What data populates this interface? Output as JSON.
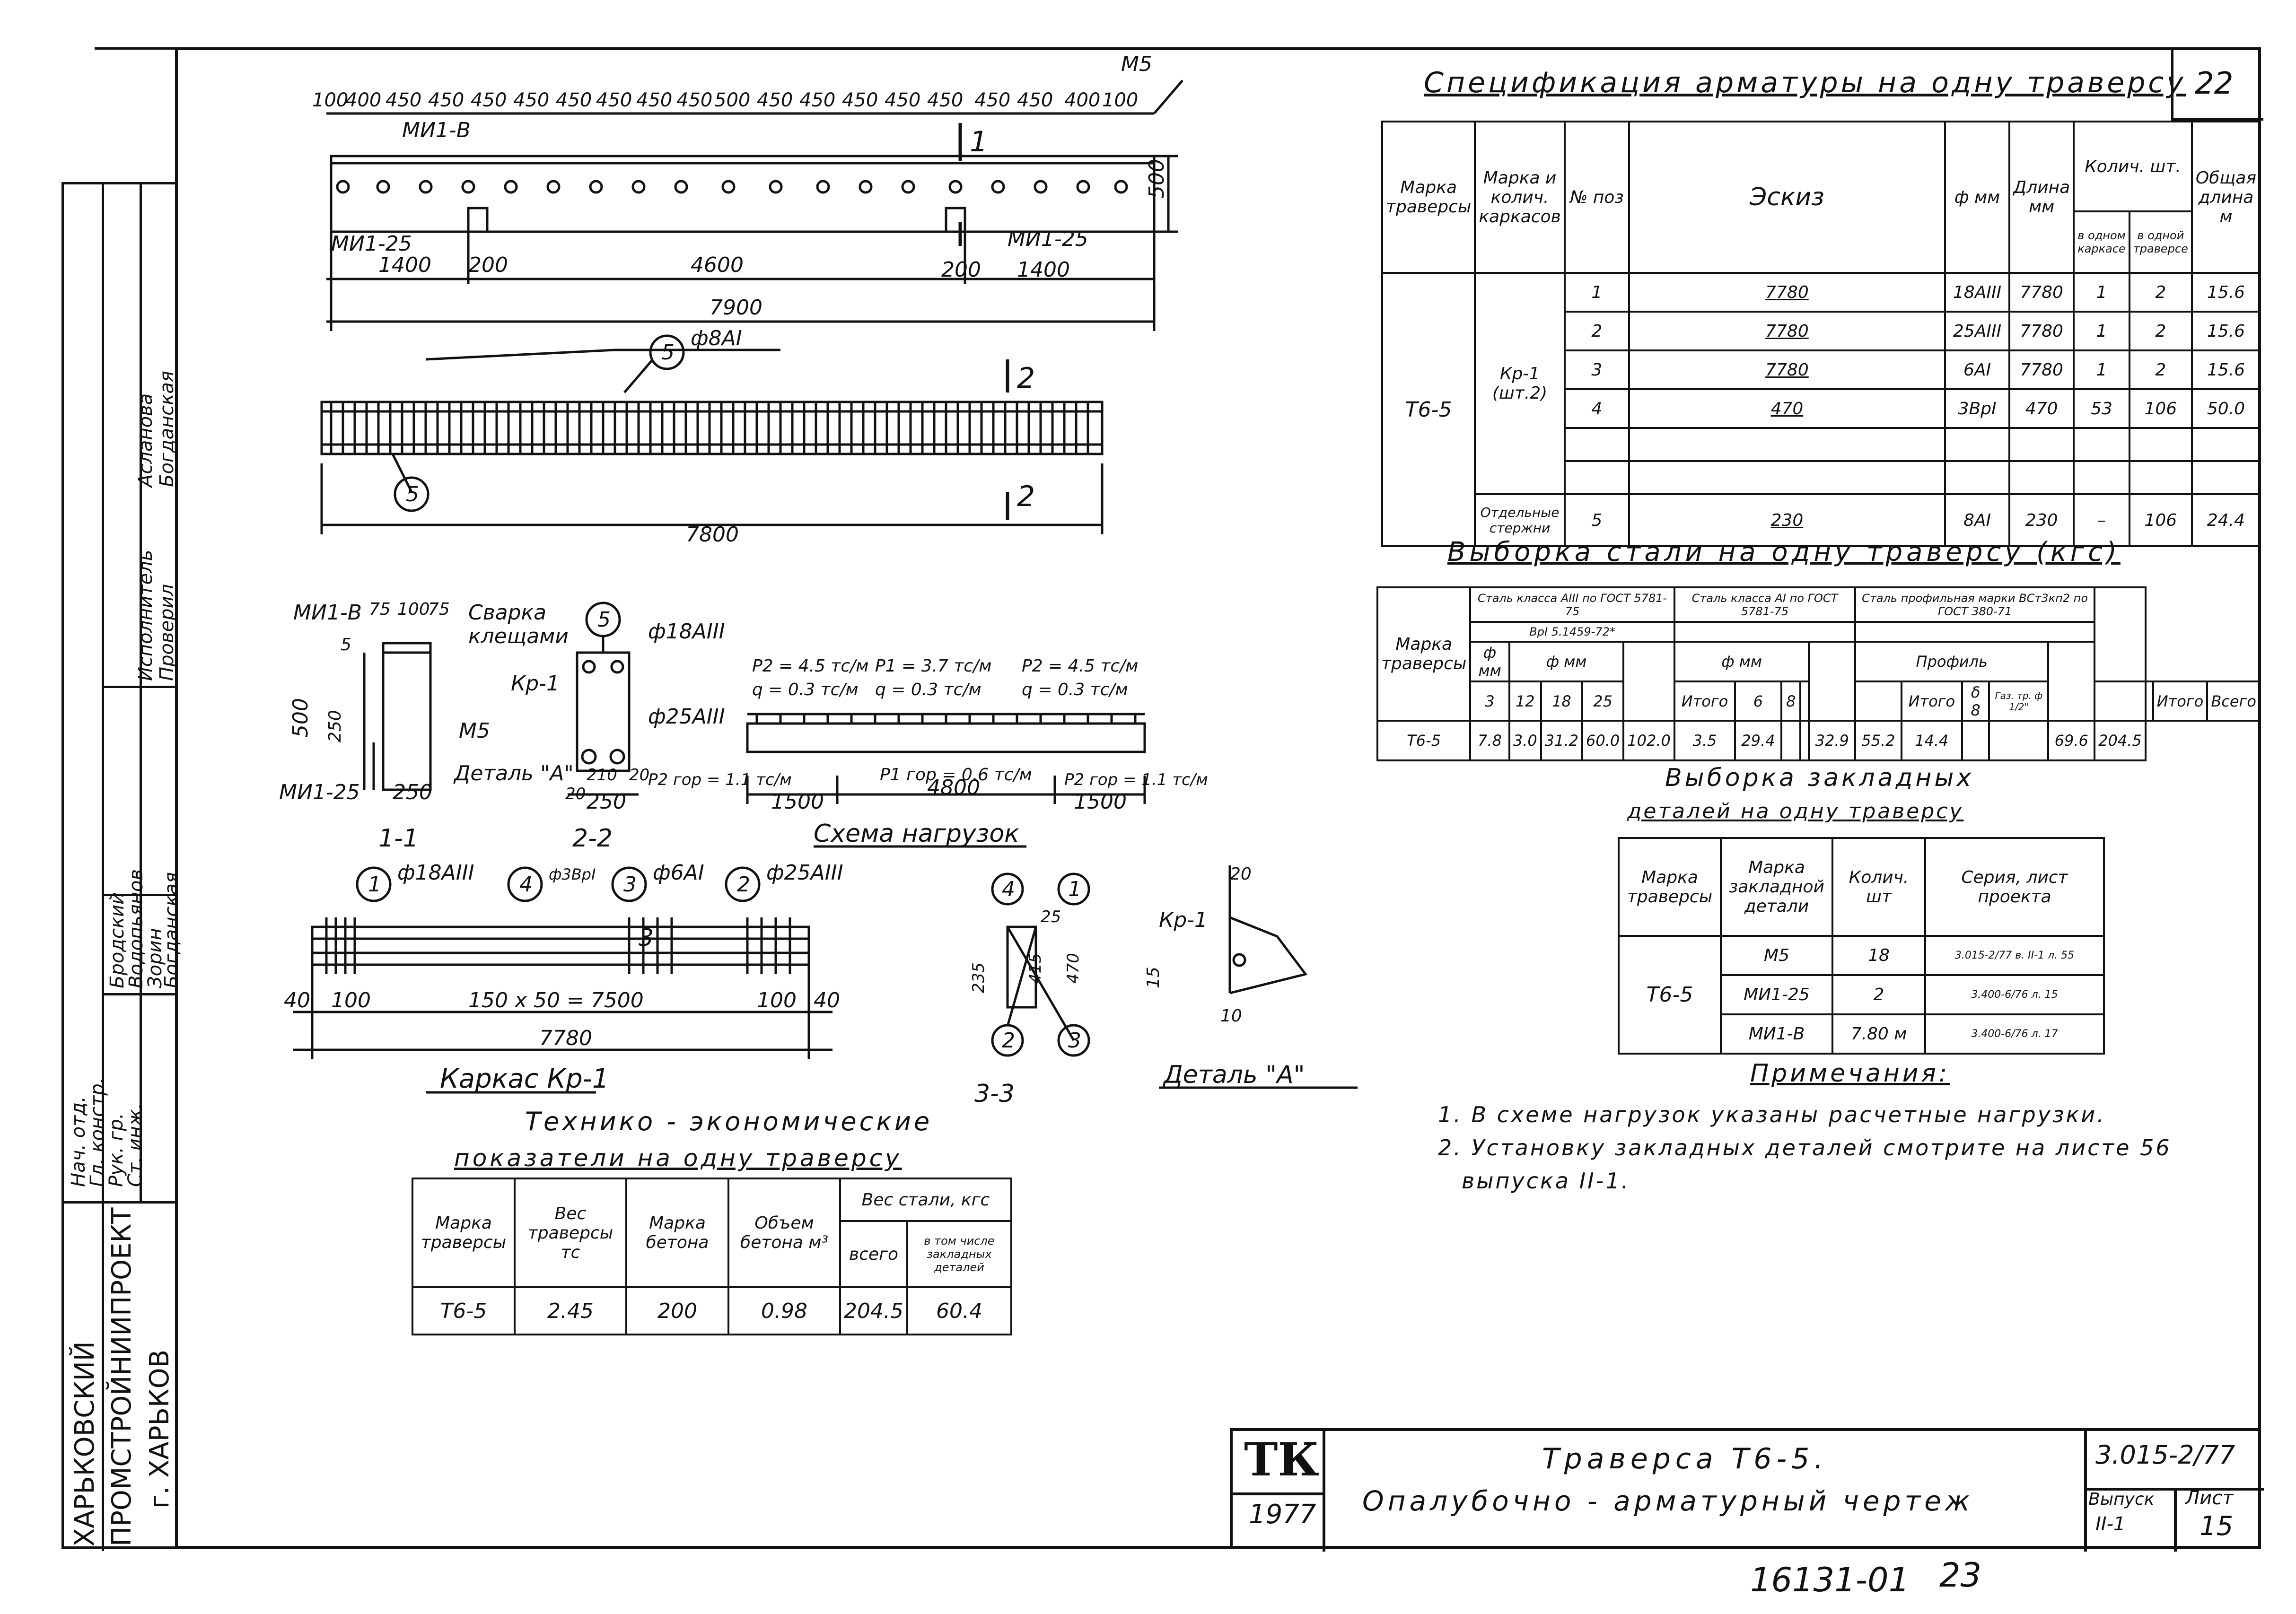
{
  "sheet": {
    "sheet_tag": "22",
    "bottom_stamp": "16131-01",
    "bottom_sheet_num": "23"
  },
  "left_strip": {
    "org_line1": "ХАРЬКОВСКИЙ",
    "org_line2": "ПРОМСТРОЙНИИПРОЕКТ",
    "org_line3": "г. ХАРЬКОВ",
    "roles": [
      "Нач. отд.",
      "Гл. констр.",
      "Рук. гр.",
      "Ст. инж.",
      "Исполнитель",
      "Проверил"
    ],
    "names": [
      "Бродский",
      "Водопьянов",
      "Зорин",
      "Богданская",
      "Асланова",
      "Богданская"
    ]
  },
  "title_block": {
    "logo": "ТК",
    "year": "1977",
    "title_line1": "Траверса Т6-5.",
    "title_line2": "Опалубочно - арматурный чертеж",
    "series": "3.015-2/77",
    "issue_label": "Выпуск",
    "issue_value": "II-1",
    "sheet_label": "Лист",
    "sheet_value": "15"
  },
  "drawing": {
    "top_dims": [
      "100",
      "400",
      "450",
      "450",
      "450",
      "450",
      "450",
      "450",
      "450",
      "450",
      "500",
      "450",
      "450",
      "450",
      "450",
      "450",
      "450",
      "450",
      "400",
      "100"
    ],
    "label_m5": "М5",
    "label_mi1b": "МИ1-В",
    "label_mi125_left": "МИ1-25",
    "label_mi125_right": "МИ1-25",
    "dim_1400_left": "1400",
    "dim_200_left": "200",
    "dim_4600": "4600",
    "dim_200_right": "200",
    "dim_1400_right": "1400",
    "dim_7900": "7900",
    "dim_500": "500",
    "cut_1": "1",
    "cut_2": "2",
    "pos5_label": "5",
    "pos5_spec": "ф8АI",
    "dim_7800": "7800",
    "section_labels": {
      "mi1b": "МИ1-В",
      "d75a": "75",
      "d100": "100",
      "d75b": "75",
      "d5": "5",
      "d500": "500",
      "d250": "250",
      "m5": "М5",
      "mi125": "МИ1-25",
      "d250b": "250",
      "svarka1": "Сварка",
      "svarka2": "клещами",
      "kr1": "Кр-1",
      "detail_a": "Деталь \"А\"",
      "d210": "210",
      "d20a": "20",
      "d250c": "250",
      "d20b": "20",
      "pos5": "5",
      "f18": "ф18АIII",
      "f25": "ф25АIII"
    },
    "section_11": "1-1",
    "section_22": "2-2",
    "frame": {
      "p1": "1",
      "p1spec": "ф18АIII",
      "p4": "4",
      "p4spec": "ф3ВрI",
      "p3": "3",
      "p3spec": "ф6АI",
      "p2": "2",
      "p2spec": "ф25АIII",
      "d40a": "40",
      "d100a": "100",
      "d_mid": "150 х 50 = 7500",
      "d100b": "100",
      "d40b": "40",
      "d7780": "7780",
      "cut3": "3",
      "title": "Каркас Кр-1"
    },
    "loads": {
      "p2_left": "P2 = 4.5 тс/м",
      "q_left": "q = 0.3 тс/м",
      "p1": "P1 = 3.7 тс/м",
      "q_mid": "q = 0.3 тс/м",
      "p2_right": "P2 = 4.5 тс/м",
      "q_right": "q = 0.3 тс/м",
      "p2gor_left": "P2 гор = 1.1 тс/м",
      "p1gor": "P1 гор = 0.6 тс/м",
      "p2gor_right": "P2 гор = 1.1 тс/м",
      "d1500a": "1500",
      "d4800": "4800",
      "d1500b": "1500",
      "title": "Схема нагрузок"
    },
    "s33": {
      "p4": "4",
      "p1": "1",
      "p2": "2",
      "p3": "3",
      "d235": "235",
      "d25": "25",
      "d415": "415",
      "d470": "470",
      "title": "3-3"
    },
    "detail": {
      "d20": "20",
      "kr1": "Кр-1",
      "d15": "15",
      "d10": "10",
      "title": "Деталь \"А\""
    }
  },
  "spec": {
    "title": "Спецификация арматуры на одну траверсу",
    "headers": {
      "marka": "Марка траверсы",
      "karkas": "Марка и колич. каркасов",
      "pos": "№ поз",
      "sketch": "Эскиз",
      "diam": "ф мм",
      "length": "Длина мм",
      "qty": "Колич. шт.",
      "qty_frame": "в одном каркасе",
      "qty_trav": "в одной траверсе",
      "total": "Общая длина м"
    },
    "marka": "Т6-5",
    "karkas": "Кр-1 (шт.2)",
    "karkas_sep": "Отдельные стержни",
    "rows": [
      {
        "pos": "1",
        "sketch": "7780",
        "diam": "18АIII",
        "length": "7780",
        "qf": "1",
        "qt": "2",
        "total": "15.6"
      },
      {
        "pos": "2",
        "sketch": "7780",
        "diam": "25АIII",
        "length": "7780",
        "qf": "1",
        "qt": "2",
        "total": "15.6"
      },
      {
        "pos": "3",
        "sketch": "7780",
        "diam": "6АI",
        "length": "7780",
        "qf": "1",
        "qt": "2",
        "total": "15.6"
      },
      {
        "pos": "4",
        "sketch": "470",
        "diam": "3ВрI",
        "length": "470",
        "qf": "53",
        "qt": "106",
        "total": "50.0"
      },
      {
        "pos": "5",
        "sketch": "230",
        "diam": "8АI",
        "length": "230",
        "qf": "–",
        "qt": "106",
        "total": "24.4"
      }
    ]
  },
  "steel": {
    "title": "Выборка стали на одну траверсу (кгс)",
    "h_marka": "Марка траверсы",
    "h_group1": "Сталь класса АIII по ГОСТ 5781-75",
    "h_group2": "Сталь класса АI по ГОСТ 5781-75",
    "h_group3": "Сталь профильная марки ВСт3кп2 по ГОСТ 380-71",
    "h_vrI": "ВрI 5.1459-72*",
    "h_fmm": "ф мм",
    "h_fmm2": "ф мм",
    "h_fmm3": "ф мм",
    "h_profile": "Профиль",
    "h_itogo1": "Итого",
    "h_itogo2": "Итого",
    "h_itogo3": "Итого",
    "h_vsego": "Всего",
    "h_d": [
      "3",
      "12",
      "18",
      "25",
      "6",
      "8",
      "δ 8",
      "Газ. тр. ф 1/2\""
    ],
    "row": [
      "Т6-5",
      "7.8",
      "3.0",
      "31.2",
      "60.0",
      "102.0",
      "3.5",
      "29.4",
      "32.9",
      "55.2",
      "14.4",
      "69.6",
      "204.5"
    ]
  },
  "embedded": {
    "title1": "Выборка закладных",
    "title2": "деталей на одну траверсу",
    "h": [
      "Марка траверсы",
      "Марка закладной детали",
      "Колич. шт",
      "Серия, лист проекта"
    ],
    "marka": "Т6-5",
    "rows": [
      {
        "name": "М5",
        "qty": "18",
        "series": "3.015-2/77 в. II-1 л. 55"
      },
      {
        "name": "МИ1-25",
        "qty": "2",
        "series": "3.400-6/76 л. 15"
      },
      {
        "name": "МИ1-В",
        "qty": "7.80 м",
        "series": "3.400-6/76 л. 17"
      }
    ]
  },
  "notes": {
    "title": "Примечания:",
    "n1": "1. В схеме нагрузок указаны расчетные нагрузки.",
    "n2a": "2. Установку закладных деталей смотрите на листе 56",
    "n2b": "выпуска II-1."
  },
  "tep": {
    "title1": "Технико - экономические",
    "title2": "показатели на одну траверсу",
    "h": [
      "Марка траверсы",
      "Вес траверсы тс",
      "Марка бетона",
      "Объем бетона м³",
      "Вес стали, кгс",
      "всего",
      "в том числе закладных деталей"
    ],
    "row": [
      "Т6-5",
      "2.45",
      "200",
      "0.98",
      "204.5",
      "60.4"
    ]
  }
}
